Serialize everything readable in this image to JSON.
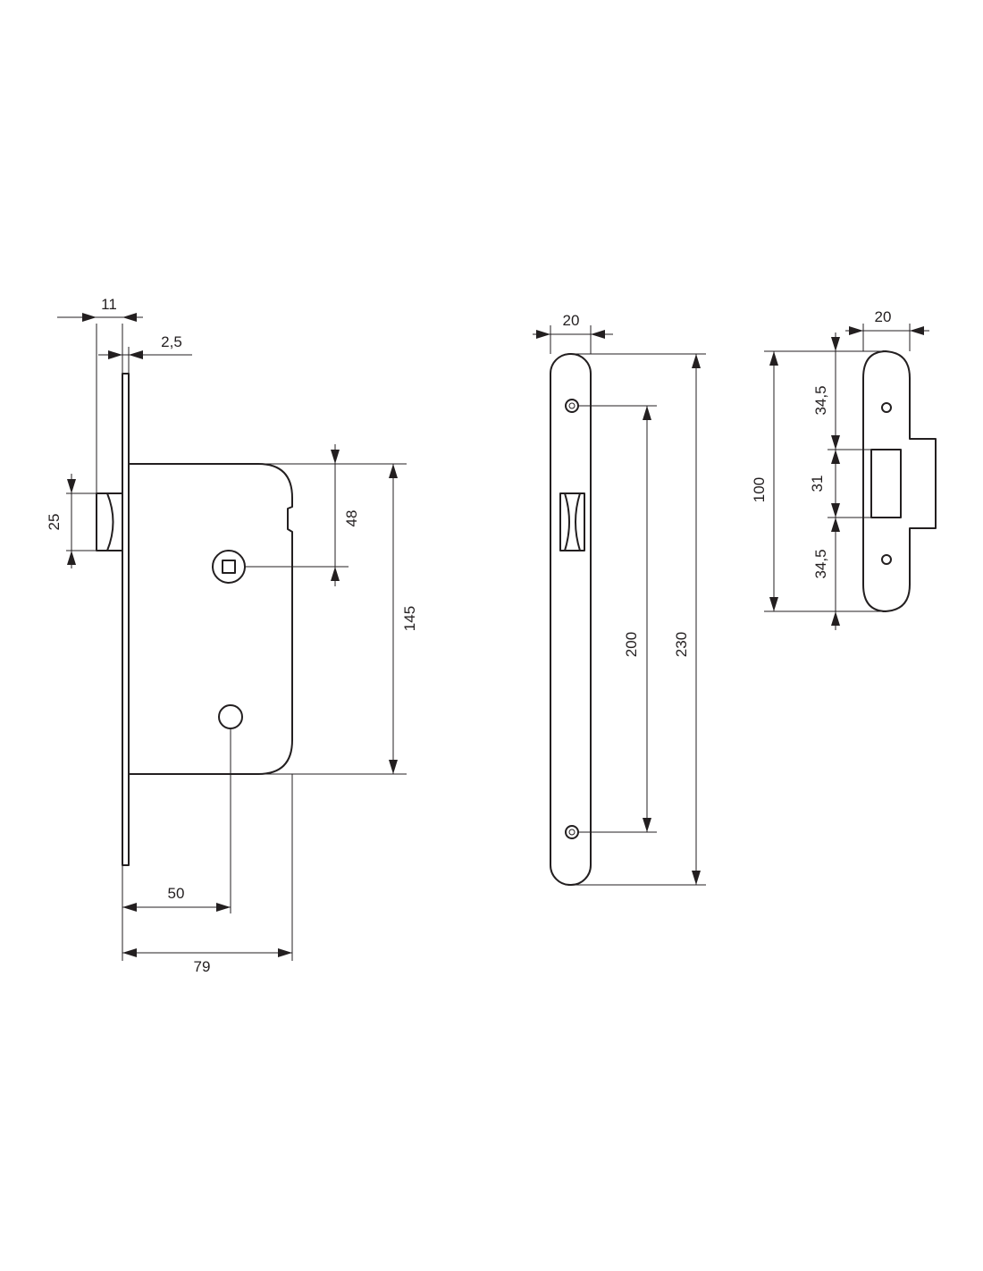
{
  "colors": {
    "line": "#231f20",
    "background": "#ffffff"
  },
  "lock_body": {
    "dim_faceplate_offset": "11",
    "dim_faceplate_thickness": "2,5",
    "dim_latch_height": "25",
    "dim_spindle_from_top": "48",
    "dim_case_height": "145",
    "dim_backset": "50",
    "dim_case_depth": "79"
  },
  "faceplate": {
    "dim_width": "20",
    "dim_screw_spacing": "200",
    "dim_length": "230"
  },
  "strike_plate": {
    "dim_width": "20",
    "dim_length": "100",
    "dim_top_offset": "34,5",
    "dim_opening": "31",
    "dim_bottom_offset": "34,5"
  }
}
